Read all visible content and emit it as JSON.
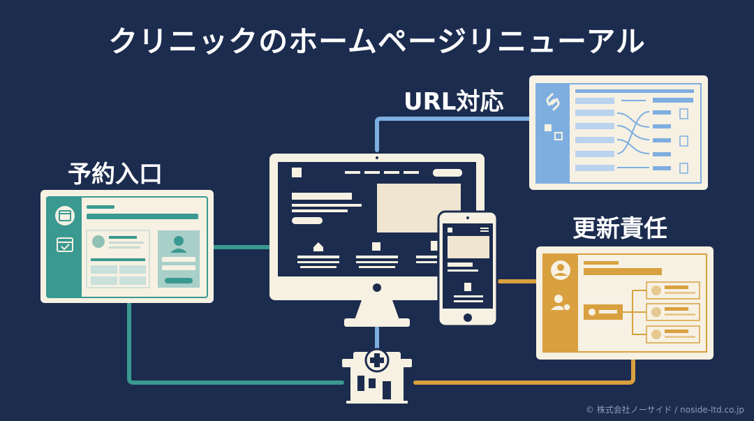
{
  "title": "クリニックのホームページリニューアル",
  "labels": {
    "reservation": "予約入口",
    "url": "URL対応",
    "update": "更新責任"
  },
  "footer": "© 株式会社ノーサイド / noside-ltd.co.jp",
  "colors": {
    "background": "#1c2c4f",
    "cream": "#f6f1e3",
    "teal": "#3a9990",
    "blue": "#7eaee0",
    "orange": "#d9a03f"
  },
  "icons": [
    "calendar-icon",
    "calendar-check-icon",
    "doctor-icon",
    "person-icon",
    "link-icon",
    "redirect-icon",
    "document-icon",
    "home-icon",
    "building-icon",
    "clinic-icon",
    "medical-cross-icon",
    "user-icon",
    "user-check-icon"
  ]
}
